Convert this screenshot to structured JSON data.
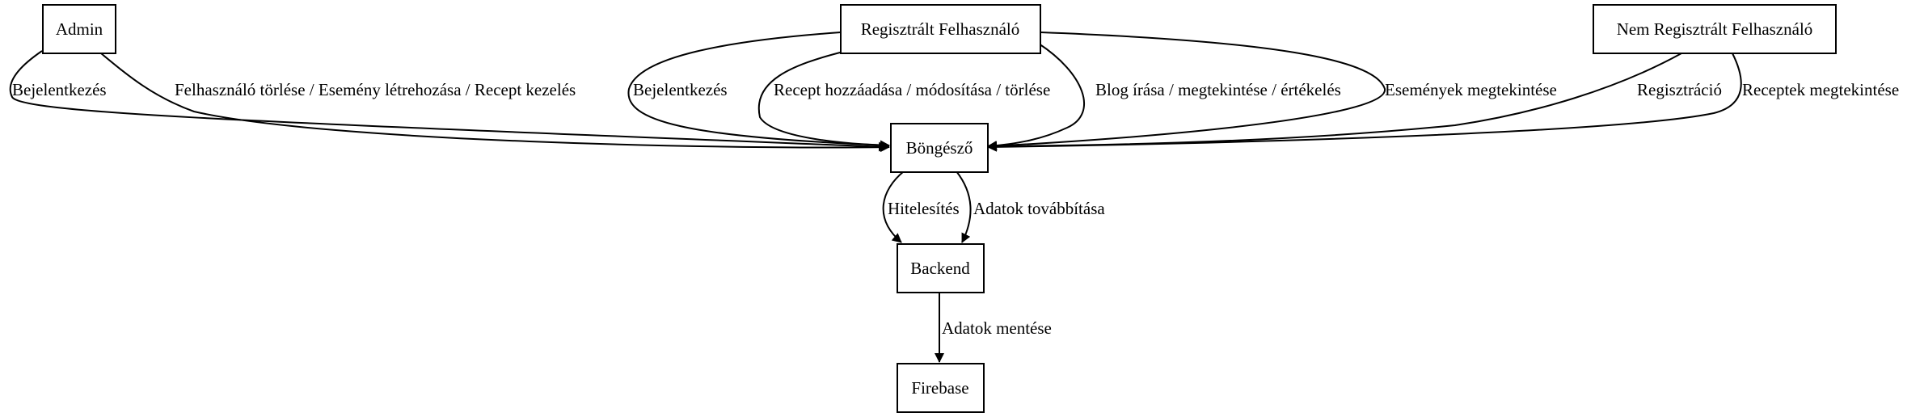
{
  "nodes": {
    "admin": "Admin",
    "registered_user": "Regisztrált Felhasználó",
    "unregistered_user": "Nem Regisztrált Felhasználó",
    "browser": "Böngésző",
    "backend": "Backend",
    "firebase": "Firebase"
  },
  "edges": {
    "admin_login": "Bejelentkezés",
    "admin_manage": "Felhasználó törlése / Esemény létrehozása / Recept kezelés",
    "registered_login": "Bejelentkezés",
    "registered_recipe": "Recept hozzáadása / módosítása / törlése",
    "registered_blog": "Blog írása / megtekintése / értékelés",
    "registered_events": "Események megtekintése",
    "unregistered_register": "Regisztráció",
    "unregistered_recipes": "Receptek megtekintése",
    "browser_auth": "Hitelesítés",
    "browser_forward": "Adatok továbbítása",
    "backend_save": "Adatok mentése"
  },
  "colors": {
    "stroke": "#000000",
    "background": "#ffffff"
  }
}
